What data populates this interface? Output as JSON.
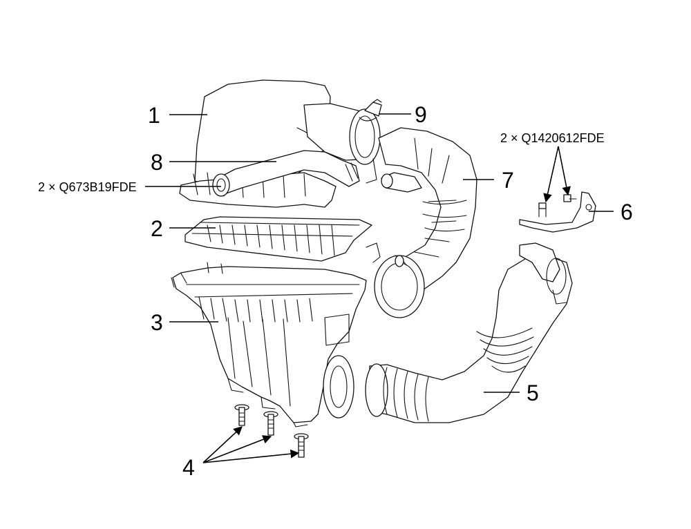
{
  "callouts": {
    "c1": "1",
    "c2": "2",
    "c3": "3",
    "c4": "4",
    "c5": "5",
    "c6": "6",
    "c7": "7",
    "c8": "8",
    "c9": "9"
  },
  "fasteners": {
    "clamp_qty_code": "2 × Q673B19FDE",
    "bracket_bolt_qty_code": "2 × Q1420612FDE"
  }
}
